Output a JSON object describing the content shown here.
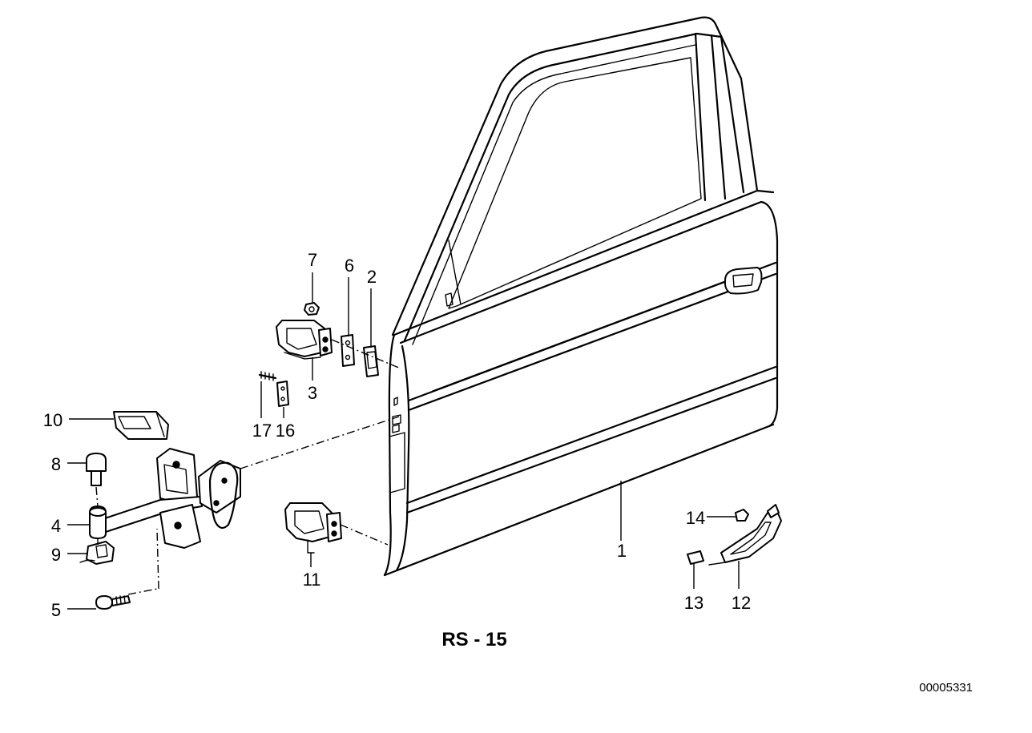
{
  "diagram": {
    "caption": "RS - 15",
    "reference": "00005331",
    "callouts": [
      "1",
      "2",
      "3",
      "4",
      "5",
      "6",
      "7",
      "8",
      "9",
      "10",
      "11",
      "12",
      "13",
      "14",
      "16",
      "17"
    ]
  }
}
